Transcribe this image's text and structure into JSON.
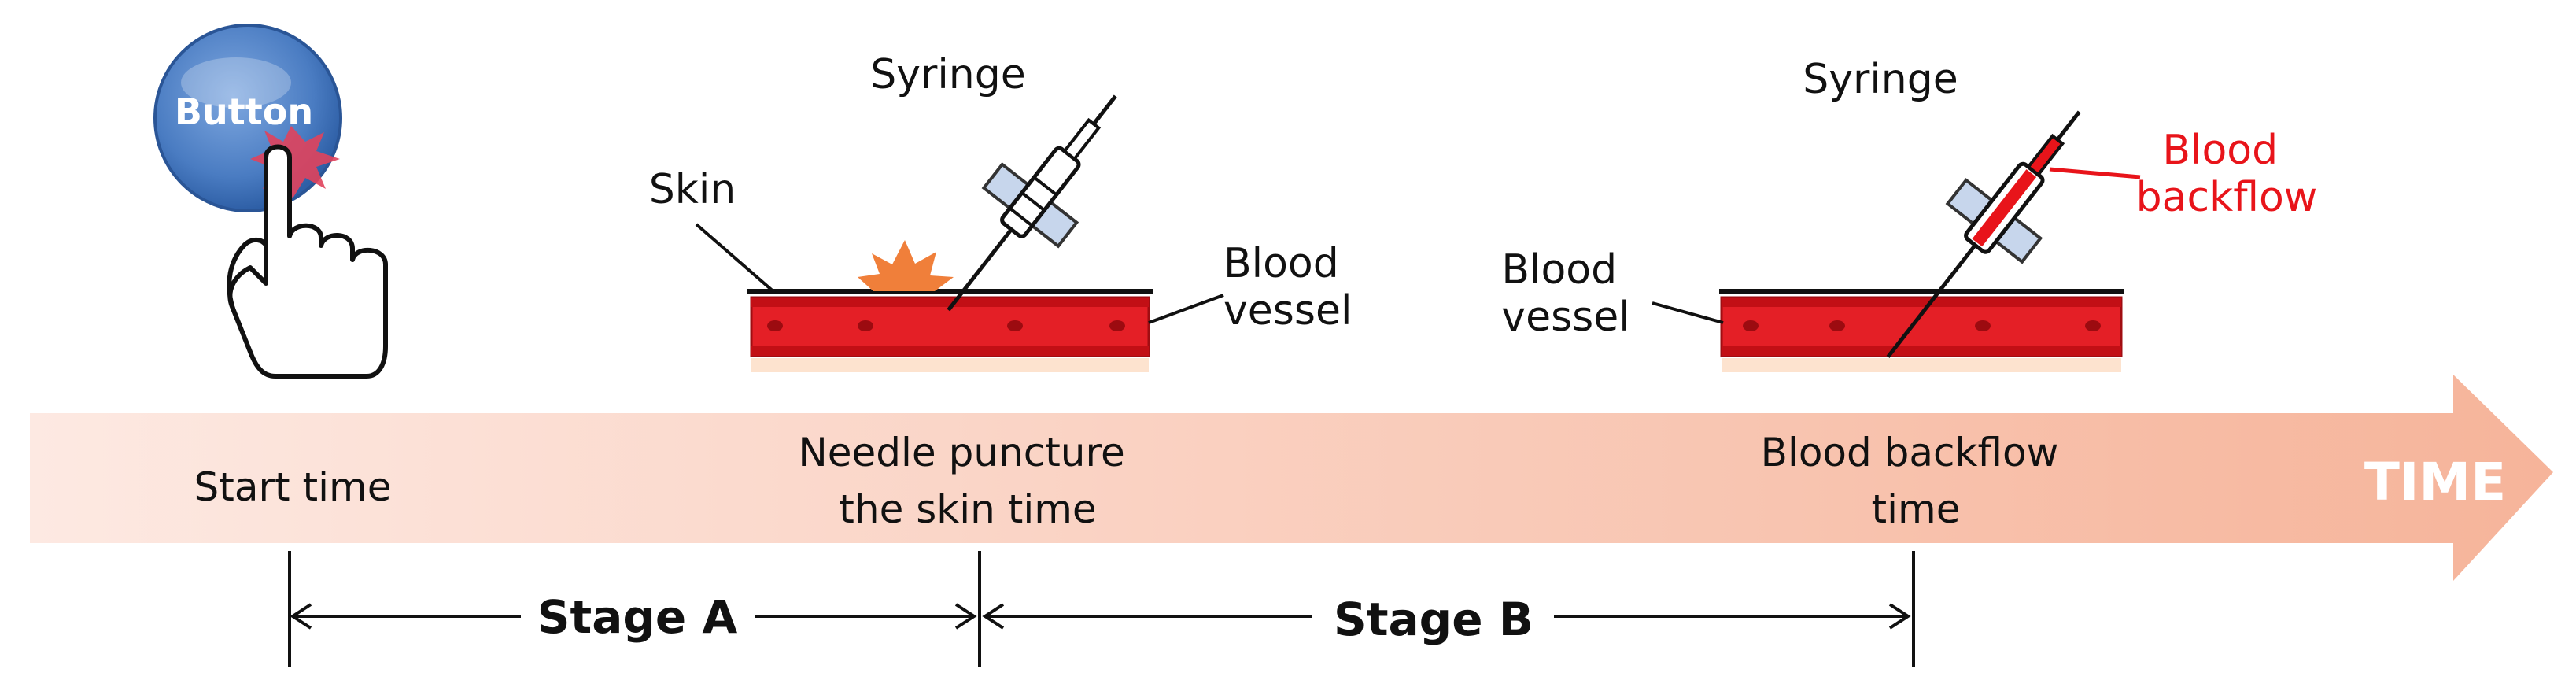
{
  "button_label": "Button",
  "panel1": {
    "syringe_label": "Syringe",
    "skin_label": "Skin",
    "vessel_label_line1": "Blood",
    "vessel_label_line2": "vessel"
  },
  "panel2": {
    "syringe_label": "Syringe",
    "vessel_label_line1": "Blood",
    "vessel_label_line2": "vessel",
    "backflow_label_line1": "Blood",
    "backflow_label_line2": "backflow"
  },
  "timeline": {
    "arrow_label": "TIME",
    "events": {
      "start": [
        "Start time"
      ],
      "puncture": [
        "Needle puncture",
        "the skin time"
      ],
      "backflow": [
        "Blood backflow",
        "time"
      ]
    }
  },
  "stages": {
    "a": "Stage A",
    "b": "Stage B"
  },
  "colors": {
    "button": "#4a7cc2",
    "accent_red": "#e8141a",
    "vessel_red": "#e41f26",
    "timeline_start": "#fde4dc",
    "timeline_end": "#f7b9a0"
  }
}
